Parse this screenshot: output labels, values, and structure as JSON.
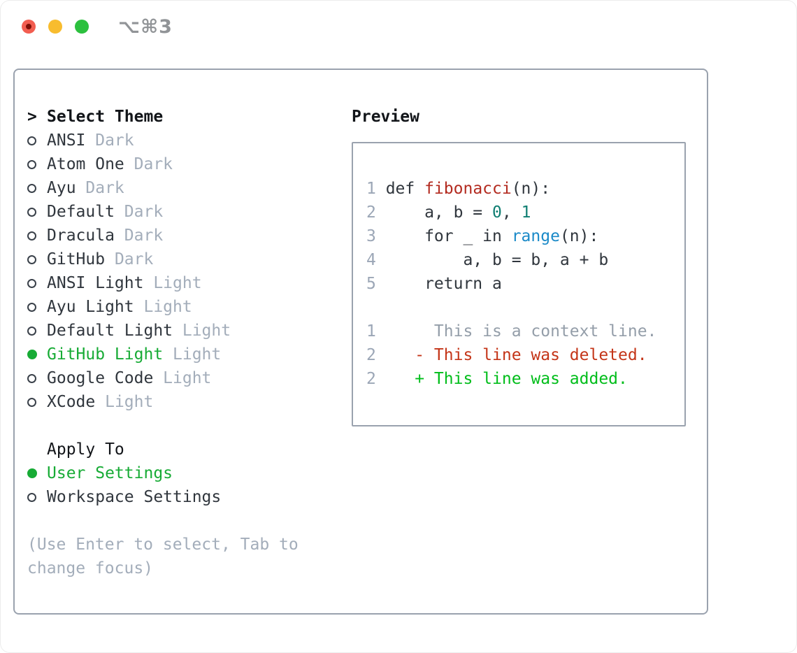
{
  "titlebar": {
    "shortcut": "⌥⌘3",
    "close_label": "close",
    "minimize_label": "minimize",
    "zoom_label": "zoom"
  },
  "theme_picker": {
    "prompt": ">",
    "title": "Select Theme",
    "items": [
      {
        "name": "ANSI",
        "variant": "Dark",
        "selected": false
      },
      {
        "name": "Atom One",
        "variant": "Dark",
        "selected": false
      },
      {
        "name": "Ayu",
        "variant": "Dark",
        "selected": false
      },
      {
        "name": "Default",
        "variant": "Dark",
        "selected": false
      },
      {
        "name": "Dracula",
        "variant": "Dark",
        "selected": false
      },
      {
        "name": "GitHub",
        "variant": "Dark",
        "selected": false
      },
      {
        "name": "ANSI Light",
        "variant": "Light",
        "selected": false
      },
      {
        "name": "Ayu Light",
        "variant": "Light",
        "selected": false
      },
      {
        "name": "Default Light",
        "variant": "Light",
        "selected": false
      },
      {
        "name": "GitHub Light",
        "variant": "Light",
        "selected": true
      },
      {
        "name": "Google Code",
        "variant": "Light",
        "selected": false
      },
      {
        "name": "XCode",
        "variant": "Light",
        "selected": false
      }
    ],
    "apply_to": {
      "title": "Apply To",
      "options": [
        {
          "label": "User Settings",
          "selected": true
        },
        {
          "label": "Workspace Settings",
          "selected": false
        }
      ]
    },
    "hint_lines": [
      "(Use Enter to select, Tab to",
      "change focus)"
    ]
  },
  "preview": {
    "title": "Preview",
    "code_lines": [
      {
        "num": "1",
        "segments": [
          {
            "t": "def ",
            "c": "plain"
          },
          {
            "t": "fibonacci",
            "c": "func"
          },
          {
            "t": "(n):",
            "c": "plain"
          }
        ]
      },
      {
        "num": "2",
        "segments": [
          {
            "t": "    a, b = ",
            "c": "plain"
          },
          {
            "t": "0",
            "c": "num"
          },
          {
            "t": ", ",
            "c": "plain"
          },
          {
            "t": "1",
            "c": "num"
          }
        ]
      },
      {
        "num": "3",
        "segments": [
          {
            "t": "    for _ in ",
            "c": "plain"
          },
          {
            "t": "range",
            "c": "builtin"
          },
          {
            "t": "(n):",
            "c": "plain"
          }
        ]
      },
      {
        "num": "4",
        "segments": [
          {
            "t": "        a, b = b, a + b",
            "c": "plain"
          }
        ]
      },
      {
        "num": "5",
        "segments": [
          {
            "t": "    return a",
            "c": "plain"
          }
        ]
      }
    ],
    "diff_lines": [
      {
        "num": "1",
        "segments": [
          {
            "t": "     This is a context line.",
            "c": "context"
          }
        ]
      },
      {
        "num": "2",
        "segments": [
          {
            "t": "   - This line was deleted.",
            "c": "deleted"
          }
        ]
      },
      {
        "num": "2",
        "segments": [
          {
            "t": "   + This line was added.",
            "c": "added"
          }
        ]
      }
    ]
  },
  "colors": {
    "border": "#9aa2ae",
    "text_title": "#121519",
    "text_dark": "#30363d",
    "text_muted": "#a3adba",
    "line_number": "#9ba6b6",
    "context_gray": "#949ea9",
    "selected_green": "#17ab35",
    "added_green": "#00bd1a",
    "deleted_red": "#c43518",
    "func_red": "#b32b20",
    "builtin_blue": "#1b8ac8",
    "number_teal": "#0f7e72",
    "shortcut_gray": "#919497",
    "light_red": "#f25d50",
    "light_red_dot": "#7e0f06",
    "light_yellow": "#f8bc2e",
    "light_green": "#2cc03e"
  }
}
